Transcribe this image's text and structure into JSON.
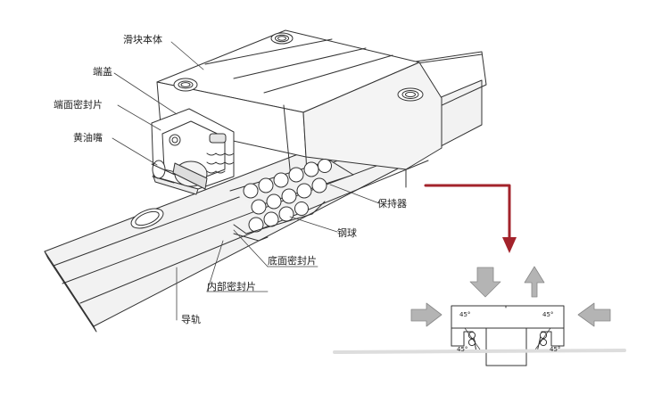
{
  "labels": {
    "slider_body": "滑块本体",
    "end_cap": "端盖",
    "end_seal": "端面密封片",
    "grease_nipple": "黄油嘴",
    "retainer": "保持器",
    "steel_ball": "钢球",
    "bottom_seal": "底面密封片",
    "inner_seal": "内部密封片",
    "guide_rail": "导轨"
  },
  "cross_section": {
    "angles": [
      "45°",
      "45°",
      "45°",
      "45°"
    ]
  },
  "colors": {
    "line": "#333333",
    "arrow_red": "#a3232b",
    "arrow_grey": "#b4b4b4",
    "shade": "#e7e7e7"
  }
}
